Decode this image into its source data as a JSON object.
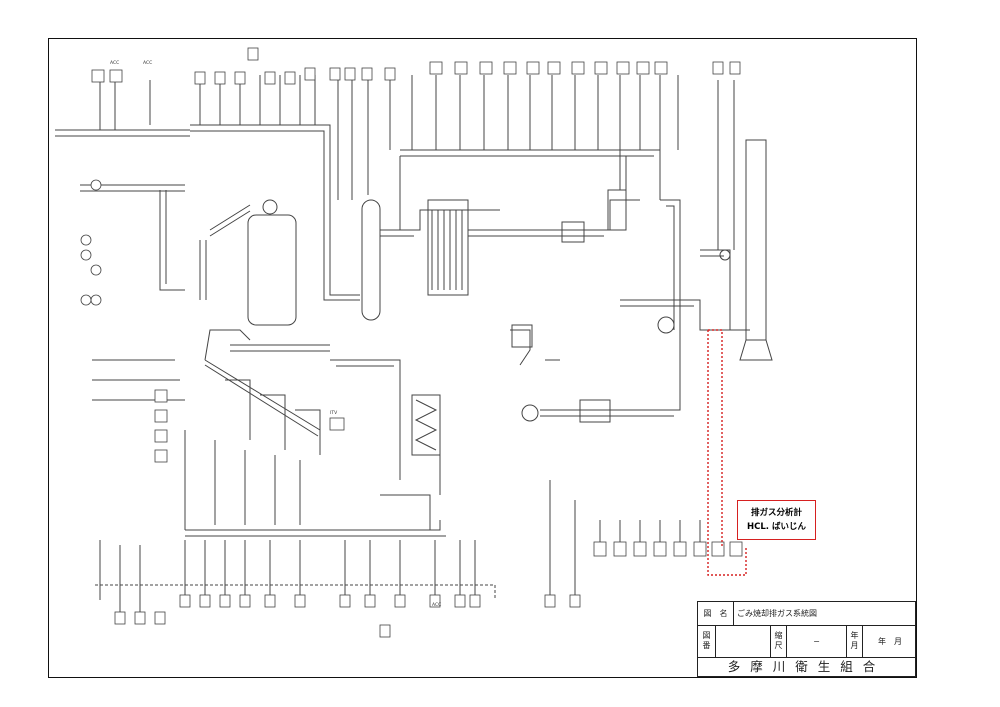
{
  "diagram": {
    "labels": {
      "acc_1": "ACC",
      "acc_2": "ACC",
      "acc_3": "ACC",
      "tv": "ITV"
    }
  },
  "callout": {
    "line1": "排ガス分析計",
    "line2": "HCL. ばいじん",
    "border_color": "#d62020"
  },
  "title_block": {
    "name_label": "図　名",
    "name_value": "ごみ焼却排ガス系統図",
    "number_label": "図番",
    "scale_label": "縮尺",
    "scale_value": "−",
    "date_label": "年月",
    "date_value": "年　月",
    "owner": "多摩川衛生組合"
  }
}
